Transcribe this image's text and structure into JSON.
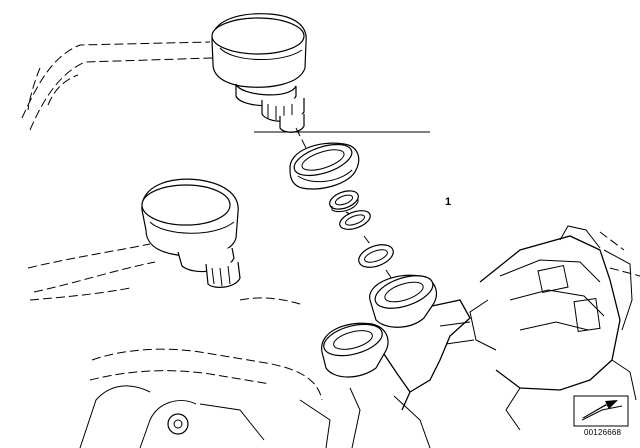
{
  "diagram": {
    "callout_label": "1",
    "document_id": "00126668",
    "parts": [
      {
        "name": "brake-fluid-reservoir"
      },
      {
        "name": "clutch-fluid-reservoir"
      },
      {
        "name": "reservoir-cap-seal"
      },
      {
        "name": "small-seal-ring"
      },
      {
        "name": "retaining-ring"
      },
      {
        "name": "flat-washer"
      },
      {
        "name": "handlebar-clamp-fitting"
      }
    ]
  }
}
